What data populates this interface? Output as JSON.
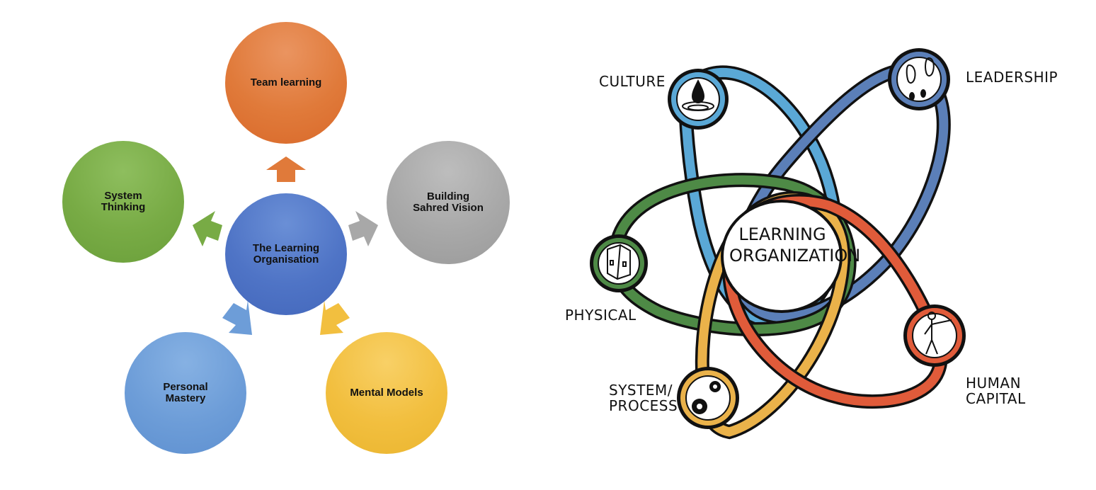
{
  "left_diagram": {
    "center": "The Learning Organisation",
    "nodes": {
      "team": "Team learning",
      "vision": "Building Sahred Vision",
      "system": "System Thinking",
      "personal": "Personal Mastery",
      "mental": "Mental Models"
    },
    "colors": {
      "team": "#e07a3a",
      "vision": "#a8a8a8",
      "system": "#78ab45",
      "center": "#4f74c6",
      "personal": "#6d9dd8",
      "mental": "#f2bf3f"
    }
  },
  "right_diagram": {
    "center": "LEARNING ORGANIZATION",
    "nodes": {
      "culture": "CULTURE",
      "leadership": "LEADERSHIP",
      "physical": "PHYSICAL",
      "system_process": "SYSTEM/ PROCESS",
      "human_capital": "HUMAN CAPITAL"
    },
    "icons": {
      "culture": "water-drop-icon",
      "leadership": "footprints-icon",
      "physical": "cube-building-icon",
      "system_process": "gears-icon",
      "human_capital": "person-pointing-icon"
    },
    "colors": {
      "culture": "#5aa8d6",
      "leadership": "#5b7fb8",
      "physical": "#4e8a46",
      "system_process": "#eab24a",
      "human_capital": "#e05b3a"
    }
  }
}
